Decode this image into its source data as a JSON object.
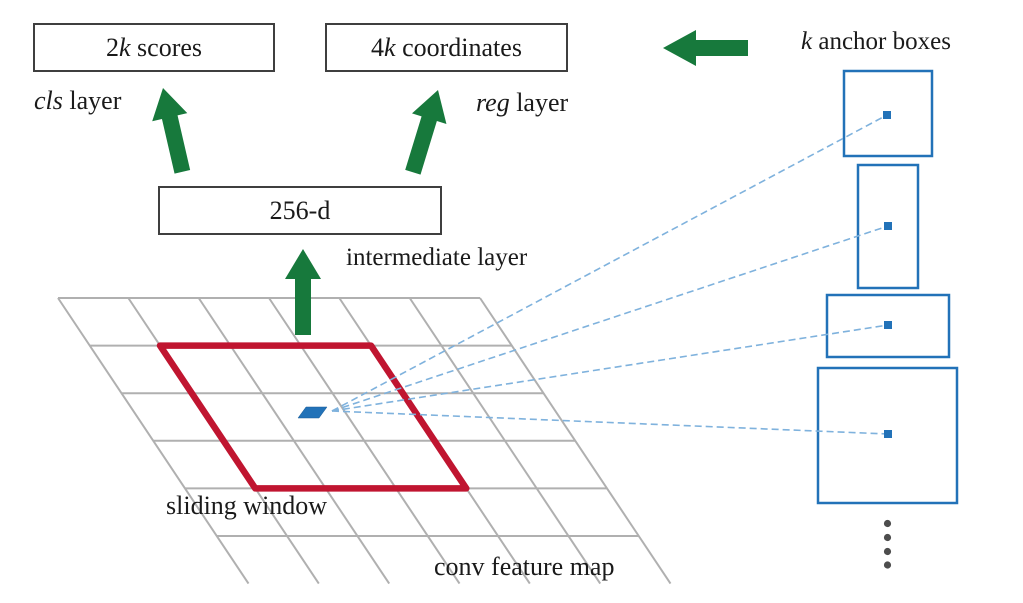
{
  "title": "Region Proposal Network diagram",
  "boxes": {
    "scores": {
      "pre": "2",
      "em": "k",
      "post": " scores"
    },
    "coords": {
      "pre": "4",
      "em": "k",
      "post": " coordinates"
    },
    "hidden": {
      "label": "256-d"
    }
  },
  "labels": {
    "cls": {
      "em": "cls",
      "post": " layer"
    },
    "reg": {
      "em": "reg",
      "post": " layer"
    },
    "anchors": {
      "em": "k",
      "post": " anchor boxes"
    },
    "intermediate": "intermediate layer",
    "sliding": "sliding window",
    "conv": "conv feature map"
  },
  "anchor_boxes": {
    "count_shown": 4,
    "has_ellipsis": true,
    "ellipsis_dot_count": 4
  },
  "connector_lines": {
    "count": 4,
    "style": "dashed"
  },
  "grid": {
    "columns": 6,
    "rows": 5
  },
  "colors": {
    "arrow_green": "#17793c",
    "window_red": "#c01530",
    "anchor_blue": "#2272b8",
    "dash_blue": "#7fb2dd",
    "grid_gray": "#b0b0b0",
    "box_border": "#3f3f3f",
    "text": "#1a1a1a",
    "ellipsis_gray": "#4d4d4d"
  }
}
